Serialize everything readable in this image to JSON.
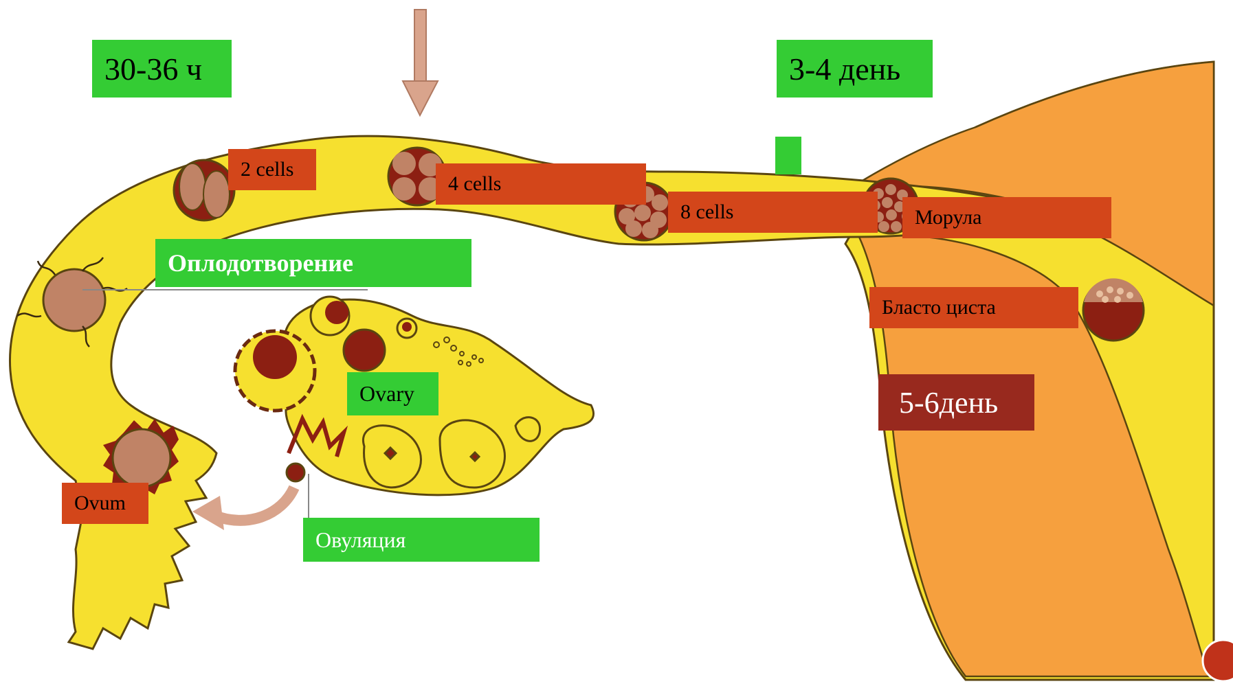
{
  "labels": {
    "time_30_36": "30-36 ч",
    "day_3_4": "3-4 день",
    "cells_2": "2 cells",
    "cells_4": "4 cells",
    "cells_8": "8 cells",
    "morula": "Морула",
    "fertilization": "Оплодотворение",
    "blastocyst": "Бласто циста",
    "ovary": "Ovary",
    "day_5_6": "5-6день",
    "ovum": "Ovum",
    "ovulation": "Овуляция"
  },
  "colors": {
    "tube_yellow": "#f7e23a",
    "uterus_orange": "#f6a03e",
    "outline": "#6b4a12",
    "cell_tan": "#c08366",
    "cell_dark": "#7a1e14",
    "label_green": "#34cc34",
    "label_orange": "#d3461a",
    "label_dark_red": "#98291e",
    "arrow_pink": "#d9a48c"
  }
}
